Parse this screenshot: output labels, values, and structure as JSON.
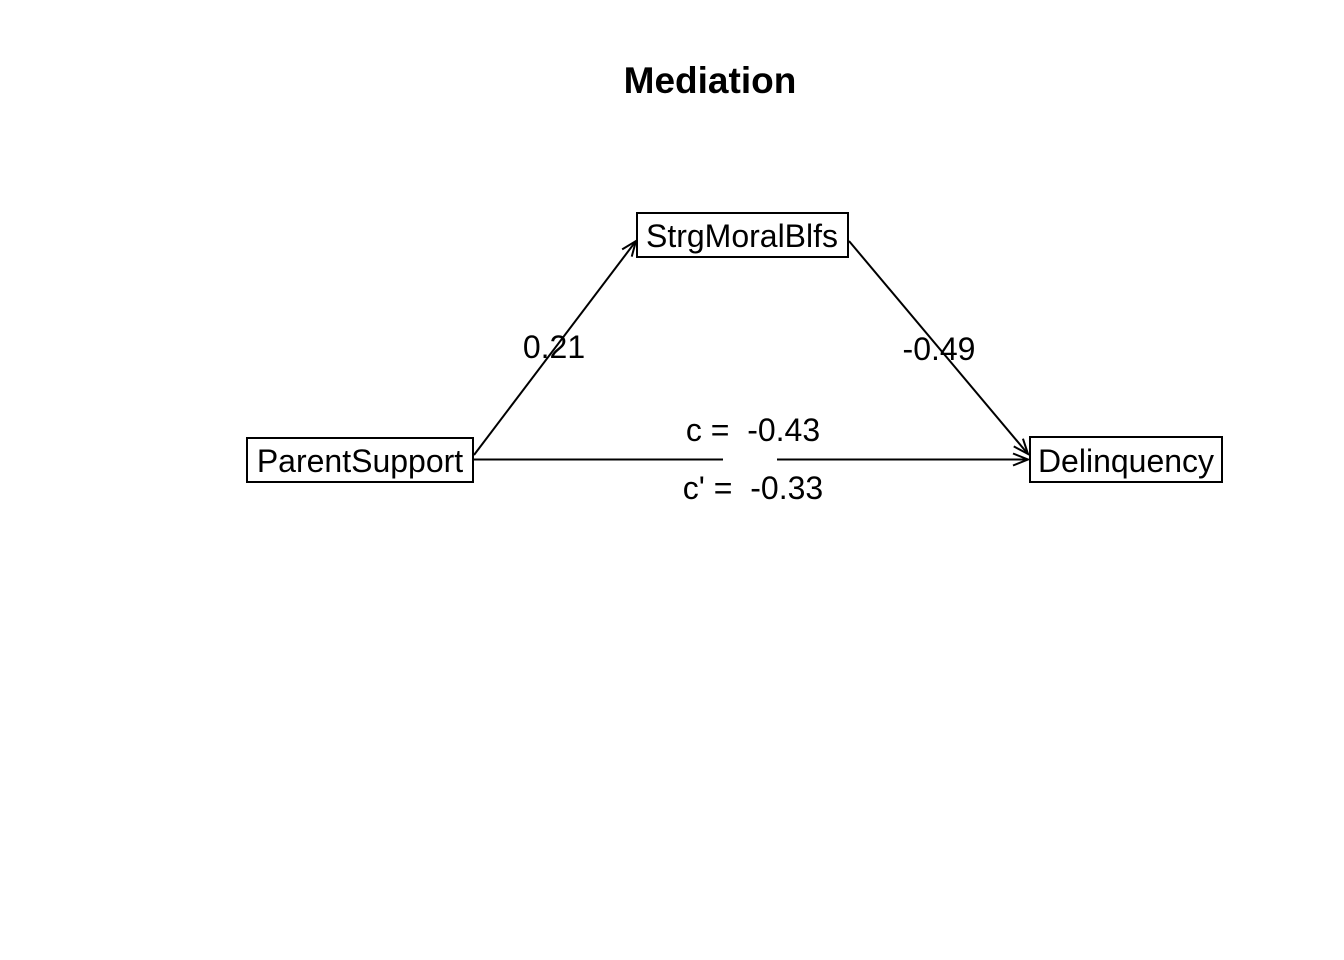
{
  "title": "Mediation",
  "colors": {
    "foreground": "#000000",
    "background": "#ffffff"
  },
  "diagram": {
    "type": "mediation-path-diagram",
    "nodes": [
      {
        "id": "predictor",
        "label": "ParentSupport"
      },
      {
        "id": "mediator",
        "label": "StrgMoralBlfs"
      },
      {
        "id": "outcome",
        "label": "Delinquency"
      }
    ],
    "edges": [
      {
        "id": "a",
        "from": "ParentSupport",
        "to": "StrgMoralBlfs",
        "label": "0.21",
        "value": 0.21
      },
      {
        "id": "b",
        "from": "StrgMoralBlfs",
        "to": "Delinquency",
        "label": "-0.49",
        "value": -0.49
      },
      {
        "id": "c",
        "from": "ParentSupport",
        "to": "Delinquency",
        "label_total": "c =  -0.43",
        "value_total": -0.43,
        "label_direct": "c' =  -0.33",
        "value_direct": -0.33
      }
    ]
  }
}
